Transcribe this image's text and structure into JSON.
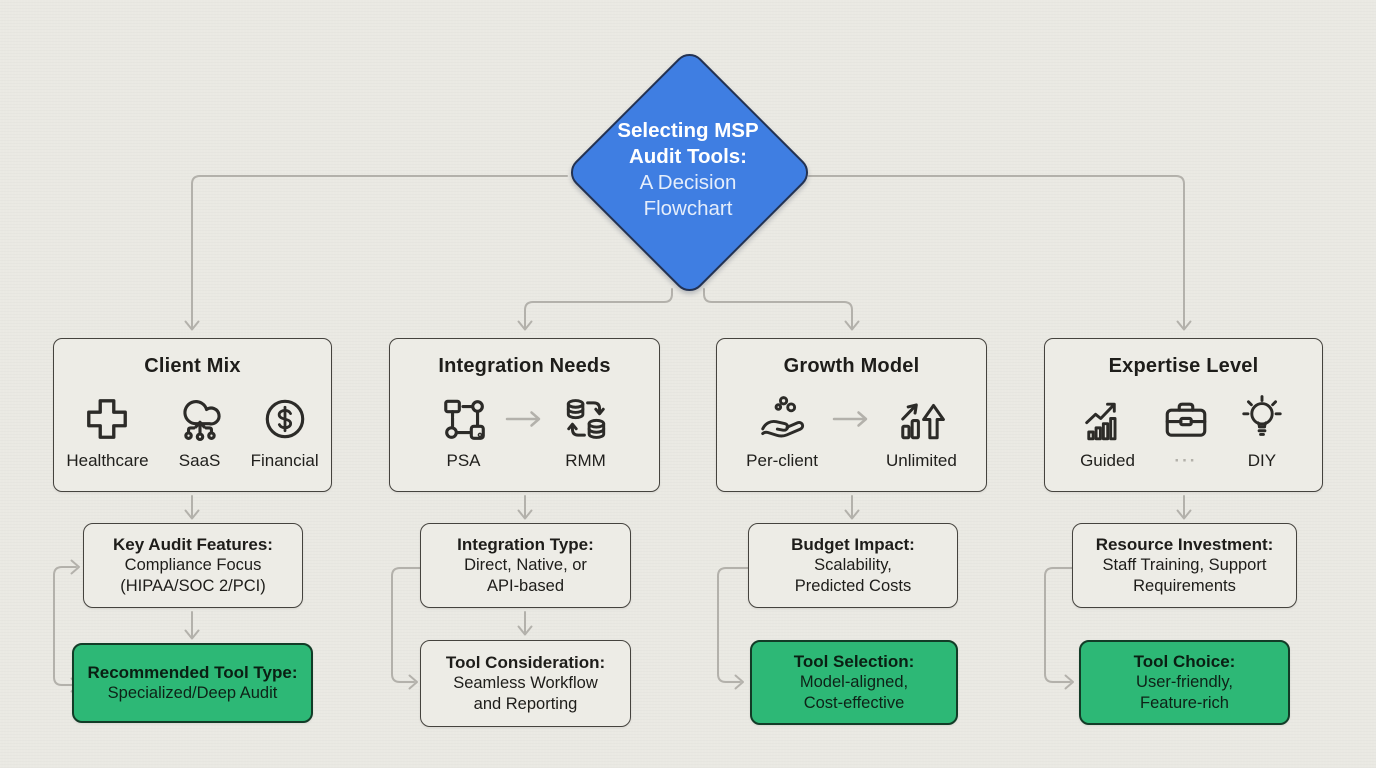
{
  "diamond": {
    "line1": "Selecting MSP",
    "line2": "Audit Tools:",
    "line3": "A Decision",
    "line4": "Flowchart"
  },
  "columns": [
    {
      "title": "Client Mix",
      "icons": [
        {
          "name": "healthcare-cross-icon",
          "label": "Healthcare"
        },
        {
          "name": "cloud-upload-icon",
          "label": "SaaS"
        },
        {
          "name": "dollar-circle-icon",
          "label": "Financial"
        }
      ],
      "middle": {
        "title": "Key Audit Features:",
        "line1": "Compliance Focus",
        "line2": "(HIPAA/SOC 2/PCI)"
      },
      "bottom": {
        "title": "Recommended Tool Type:",
        "line1": "Specialized/Deep Audit",
        "line2": "",
        "variant": "green"
      }
    },
    {
      "title": "Integration Needs",
      "icons": [
        {
          "name": "workflow-nodes-icon",
          "label": "PSA"
        },
        {
          "name": "arrow-right-icon",
          "label": ""
        },
        {
          "name": "database-sync-icon",
          "label": "RMM"
        }
      ],
      "middle": {
        "title": "Integration Type:",
        "line1": "Direct, Native, or",
        "line2": "API-based"
      },
      "bottom": {
        "title": "Tool Consideration:",
        "line1": "Seamless Workflow",
        "line2": "and Reporting",
        "variant": "plain"
      }
    },
    {
      "title": "Growth Model",
      "icons": [
        {
          "name": "hand-coins-icon",
          "label": "Per-client"
        },
        {
          "name": "arrow-right-icon",
          "label": ""
        },
        {
          "name": "growth-arrows-icon",
          "label": "Unlimited"
        }
      ],
      "middle": {
        "title": "Budget Impact:",
        "line1": "Scalability,",
        "line2": "Predicted Costs"
      },
      "bottom": {
        "title": "Tool Selection:",
        "line1": "Model-aligned,",
        "line2": "Cost-effective",
        "variant": "green"
      }
    },
    {
      "title": "Expertise Level",
      "icons": [
        {
          "name": "chart-growth-icon",
          "label": "Guided"
        },
        {
          "name": "briefcase-icon",
          "label": "···"
        },
        {
          "name": "lightbulb-icon",
          "label": "DIY"
        }
      ],
      "middle": {
        "title": "Resource Investment:",
        "line1": "Staff Training, Support",
        "line2": "Requirements"
      },
      "bottom": {
        "title": "Tool Choice:",
        "line1": "User-friendly,",
        "line2": "Feature-rich",
        "variant": "green"
      }
    }
  ],
  "colors": {
    "background": "#eae9e3",
    "diamond_fill": "#3f7ee2",
    "diamond_border": "#233252",
    "box_fill": "#edece6",
    "box_border": "#45433e",
    "green_fill": "#2db876",
    "green_border": "#123c27",
    "connector": "#b3b1ab",
    "icon_stroke": "#2c2b28",
    "text": "#1e1d1a"
  }
}
